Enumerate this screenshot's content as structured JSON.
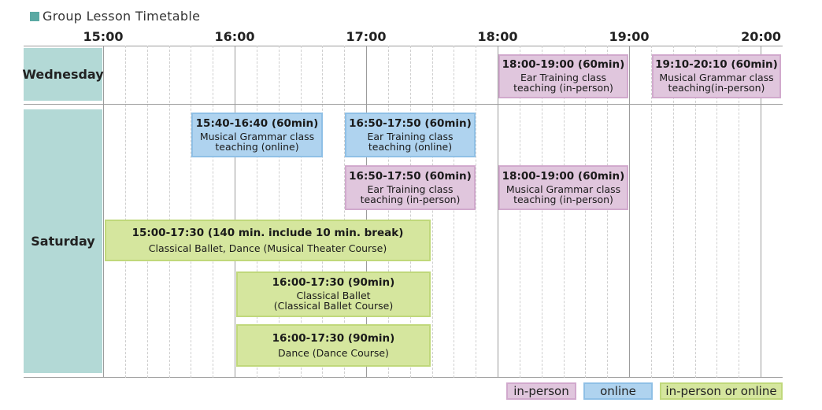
{
  "title": "Group Lesson Timetable",
  "hours": [
    "15:00",
    "16:00",
    "17:00",
    "18:00",
    "19:00",
    "20:00"
  ],
  "days": {
    "wednesday": "Wednesday",
    "saturday": "Saturday"
  },
  "lessons": {
    "wed_ear_training": {
      "time": "18:00-19:00 (60min)",
      "line1": "Ear Training class",
      "line2": "teaching (in-person)",
      "color": "#e0c6dd"
    },
    "wed_grammar": {
      "time": "19:10-20:10 (60min)",
      "line1": "Musical Grammar class",
      "line2": "teaching(in-person)",
      "color": "#e0c6dd"
    },
    "sat_grammar_online": {
      "time": "15:40-16:40 (60min)",
      "line1": "Musical Grammar class",
      "line2": "teaching (online)",
      "color": "#afd3ef"
    },
    "sat_ear_online": {
      "time": "16:50-17:50 (60min)",
      "line1": "Ear Training class",
      "line2": "teaching (online)",
      "color": "#afd3ef"
    },
    "sat_ear_inperson": {
      "time": "16:50-17:50 (60min)",
      "line1": "Ear Training class",
      "line2": "teaching (in-person)",
      "color": "#e0c6dd"
    },
    "sat_grammar_inperson": {
      "time": "18:00-19:00 (60min)",
      "line1": "Musical Grammar class",
      "line2": "teaching (in-person)",
      "color": "#e0c6dd"
    },
    "sat_ballet_dance": {
      "time": "15:00-17:30 (140 min. include 10 min. break)",
      "line1": "Classical Ballet, Dance (Musical Theater Course)",
      "color": "#d5e69e"
    },
    "sat_classical_ballet": {
      "time": "16:00-17:30 (90min)",
      "line1": "Classical Ballet",
      "line2": "(Classical Ballet Course)",
      "color": "#d5e69e"
    },
    "sat_dance": {
      "time": "16:00-17:30 (90min)",
      "line1": "Dance (Dance Course)",
      "color": "#d5e69e"
    }
  },
  "legend": {
    "in_person": "in-person",
    "online": "online",
    "either": "in-person or online"
  },
  "colors": {
    "in_person": "#e0c6dd",
    "online": "#afd3ef",
    "either": "#d5e69e",
    "day_header": "#b3d9d6",
    "title_marker": "#5aa9a3"
  }
}
